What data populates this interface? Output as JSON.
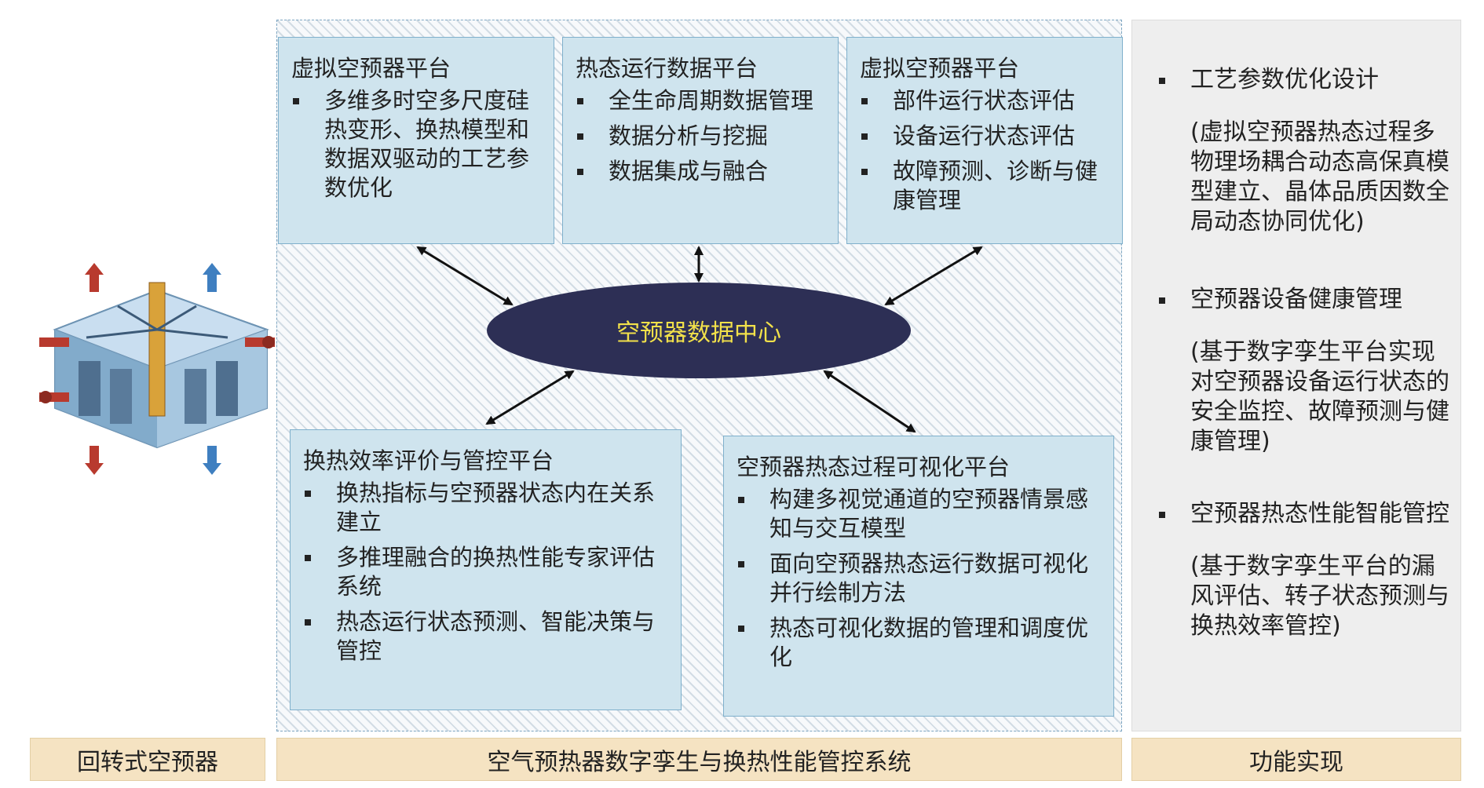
{
  "center": {
    "data_center_label": "空预器数据中心",
    "top_boxes": [
      {
        "title": "虚拟空预器平台",
        "items": [
          "多维多时空多尺度硅热变形、换热模型和数据双驱动的工艺参数优化"
        ]
      },
      {
        "title": "热态运行数据平台",
        "items": [
          "全生命周期数据管理",
          "数据分析与挖掘",
          "数据集成与融合"
        ]
      },
      {
        "title": "虚拟空预器平台",
        "items": [
          "部件运行状态评估",
          "设备运行状态评估",
          "故障预测、诊断与健康管理"
        ]
      }
    ],
    "bottom_boxes": [
      {
        "title": "换热效率评价与管控平台",
        "items": [
          "换热指标与空预器状态内在关系建立",
          "多推理融合的换热性能专家评估系统",
          "热态运行状态预测、智能决策与管控"
        ]
      },
      {
        "title": "空预器热态过程可视化平台",
        "items": [
          "构建多视觉通道的空预器情景感知与交互模型",
          "面向空预器热态运行数据可视化并行绘制方法",
          "热态可视化数据的管理和调度优化"
        ]
      }
    ]
  },
  "functions": [
    {
      "title": "工艺参数优化设计",
      "desc": "(虚拟空预器热态过程多物理场耦合动态高保真模型建立、晶体品质因数全局动态协同优化)"
    },
    {
      "title": "空预器设备健康管理",
      "desc": "(基于数字孪生平台实现对空预器设备运行状态的安全监控、故障预测与健康管理)"
    },
    {
      "title": "空预器热态性能智能管控",
      "desc": "(基于数字孪生平台的漏风评估、转子状态预测与换热效率管控)"
    }
  ],
  "bottom_labels": {
    "left": "回转式空预器",
    "center": "空气预热器数字孪生与换热性能管控系统",
    "right": "功能实现"
  }
}
